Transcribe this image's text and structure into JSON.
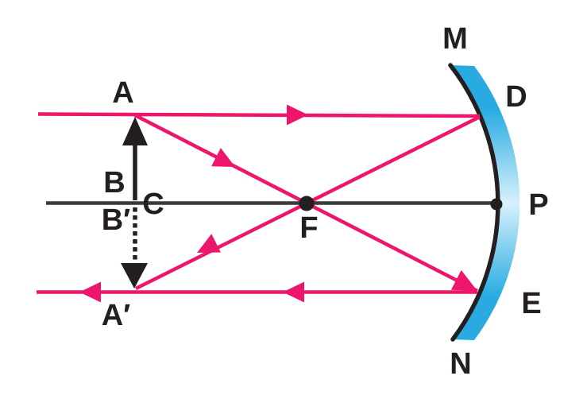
{
  "labels": {
    "object_tip": "A",
    "object_base": "B",
    "point_c": "C",
    "image_base": "B′",
    "image_tip": "A′",
    "focus": "F",
    "mirror_top": "M",
    "point_d": "D",
    "pole": "P",
    "point_e": "E",
    "mirror_bottom": "N"
  },
  "colors": {
    "ray": "#EE156D",
    "mirror_dark": "#29ABE2",
    "mirror_light": "#D7F1FC",
    "ink": "#231F20",
    "axis": "#3A3A3A",
    "background": "#FFFFFF"
  }
}
